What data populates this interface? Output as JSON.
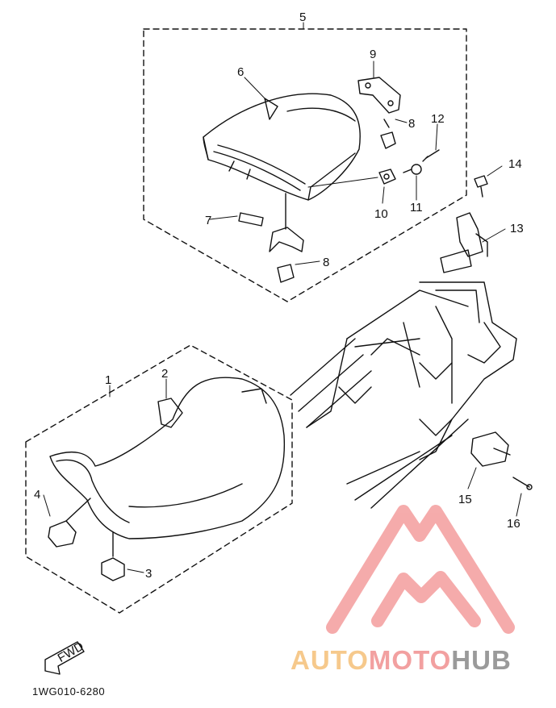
{
  "callouts": [
    "1",
    "2",
    "3",
    "4",
    "5",
    "6",
    "7",
    "8",
    "8",
    "9",
    "10",
    "11",
    "12",
    "13",
    "14",
    "15",
    "16"
  ],
  "direction_label": "FWD",
  "part_code": "1WG010-6280",
  "watermark": {
    "part1": "AUTO",
    "part2": "MOTO",
    "part3": "HUB"
  },
  "colors": {
    "line": "#111111",
    "watermark_red": "#f4a3a3",
    "watermark_orange": "#f6c98c",
    "watermark_gray": "#9a9a9a"
  }
}
